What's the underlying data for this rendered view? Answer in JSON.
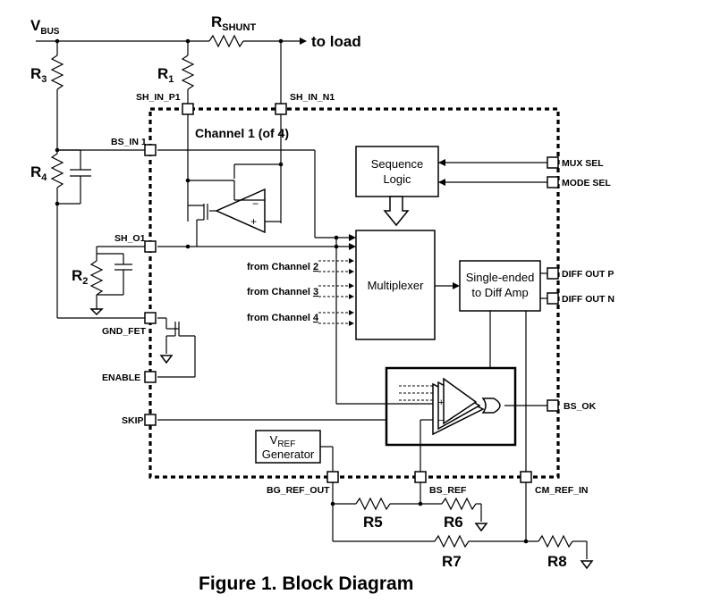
{
  "labels": {
    "vbus_main": "V",
    "vbus_sub": "BUS",
    "rshunt_main": "R",
    "rshunt_sub": "SHUNT",
    "to_load": "to load",
    "r1_main": "R",
    "r1_sub": "1",
    "r2_main": "R",
    "r2_sub": "2",
    "r3_main": "R",
    "r3_sub": "3",
    "r4_main": "R",
    "r4_sub": "4",
    "r5": "R5",
    "r6": "R6",
    "r7": "R7",
    "r8": "R8",
    "channel1": "Channel 1 (of 4)"
  },
  "pins": {
    "sh_in_p1": "SH_IN_P1",
    "sh_in_n1": "SH_IN_N1",
    "bs_in1": "BS_IN 1",
    "sh_o1": "SH_O1",
    "gnd_fet": "GND_FET",
    "enable": "ENABLE",
    "skip": "SKIP",
    "mux_sel": "MUX SEL",
    "mode_sel": "MODE SEL",
    "diff_out_p": "DIFF OUT P",
    "diff_out_n": "DIFF OUT N",
    "bs_ok": "BS_OK",
    "bg_ref_out": "BG_REF_OUT",
    "bs_ref": "BS_REF",
    "cm_ref_in": "CM_REF_IN"
  },
  "blocks": {
    "sequence_logic_line1": "Sequence",
    "sequence_logic_line2": "Logic",
    "multiplexer": "Multiplexer",
    "diff_amp_line1": "Single-ended",
    "diff_amp_line2": "to Diff Amp",
    "vref_main": "V",
    "vref_sub": "REF",
    "vref_line2": "Generator"
  },
  "channels": {
    "from_ch2_text": "from Channel ",
    "from_ch2_num": "2",
    "from_ch3_text": "from Channel ",
    "from_ch3_num": "3",
    "from_ch4_text": "from Channel ",
    "from_ch4_num": "4"
  },
  "opamp": {
    "minus": "−",
    "plus": "+"
  },
  "caption": "Figure 1. Block Diagram"
}
